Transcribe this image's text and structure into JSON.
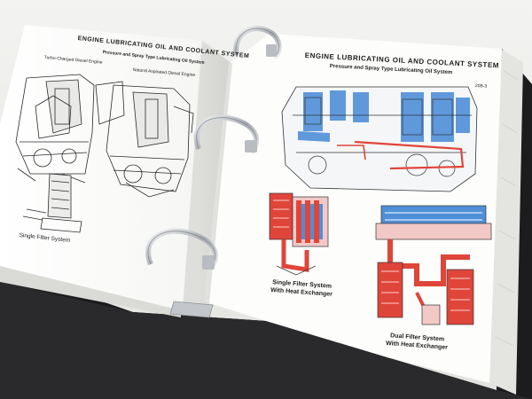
{
  "left_page": {
    "title": "ENGINE LUBRICATING OIL AND COOLANT SYSTEM",
    "subtitle": "Pressure and Spray Type Lubricating Oil System",
    "caption_turbo": "Turbo-Charged Diesel Engine",
    "caption_natural": "Natural Aspirated Diesel Engine",
    "caption_filter": "Single Filter System"
  },
  "right_page": {
    "title": "ENGINE LUBRICATING OIL AND COOLANT SYSTEM",
    "subtitle": "Pressure and Spray Type Lubricating Oil System",
    "page_number": "20B-3",
    "caption_single": "Single Filter System\nWith Heat Exchanger",
    "caption_dual": "Dual Filter System\nWith Heat Exchanger"
  },
  "colors": {
    "oil_red": "#e0453a",
    "coolant_blue": "#4f8fd8",
    "paper": "#fbfbfa",
    "binder": "#1c1c1e",
    "ring_metal": "#c9ccd0"
  }
}
